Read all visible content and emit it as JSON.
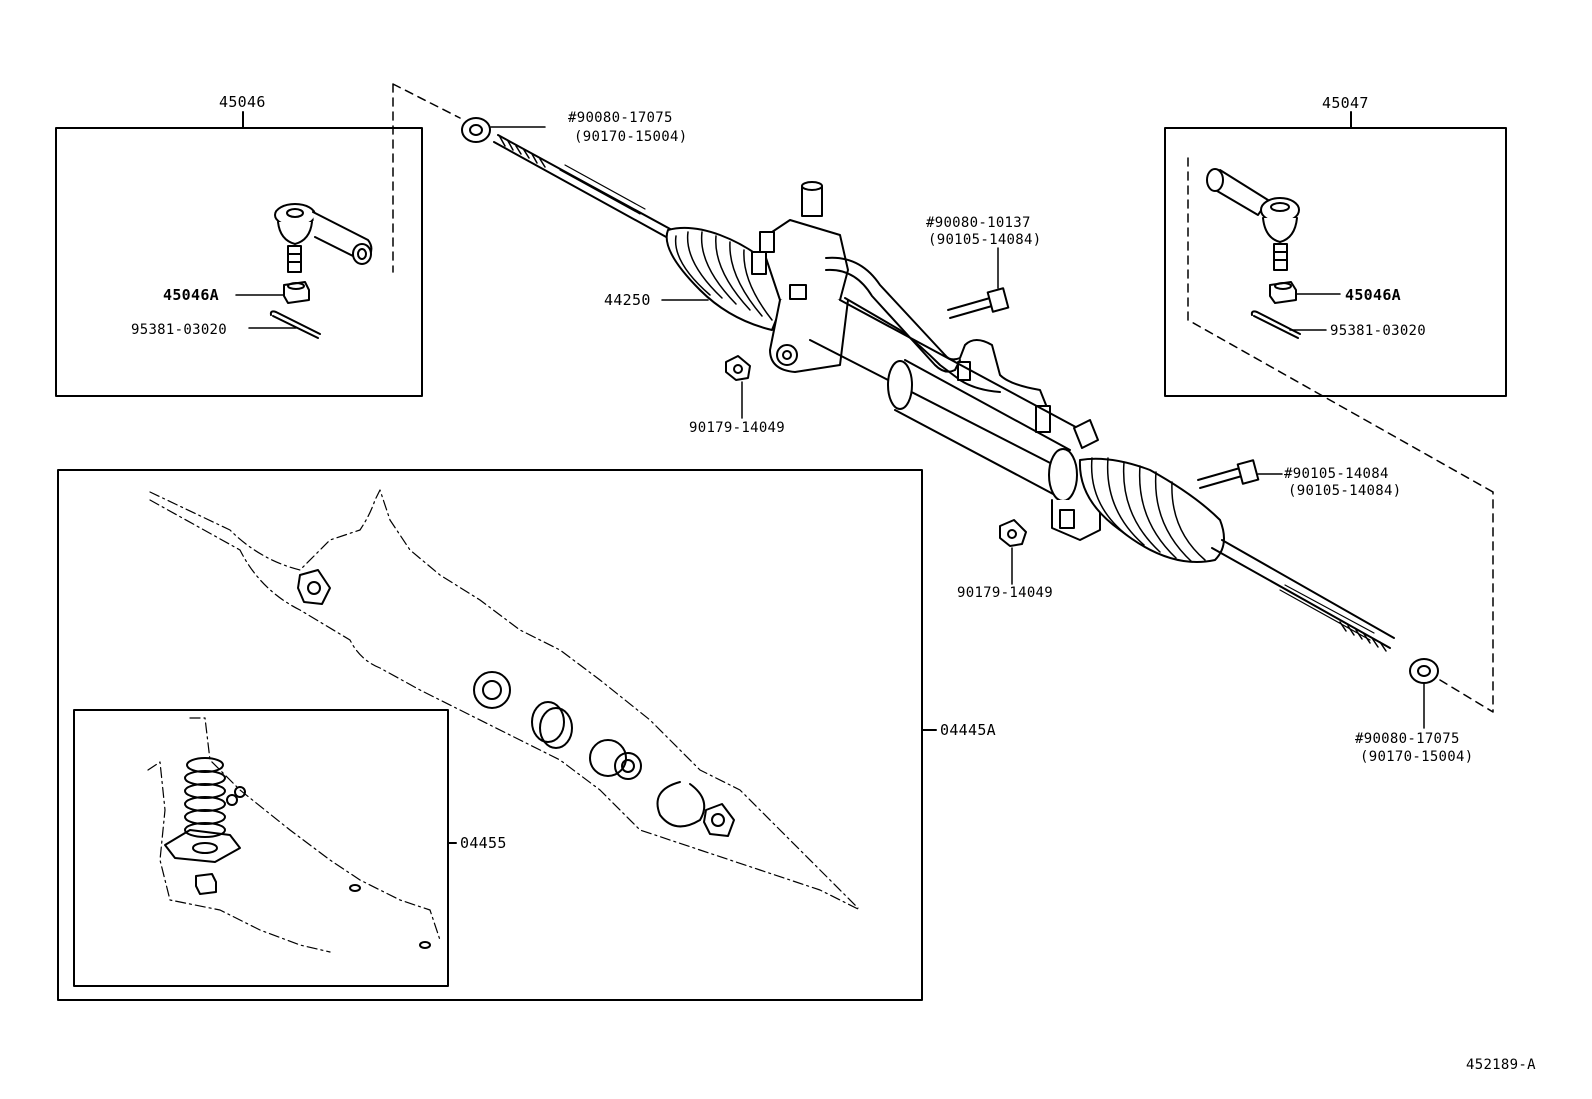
{
  "labels": {
    "group_left": "45046",
    "group_right": "45047",
    "nut_left": "45046A",
    "nut_right": "45046A",
    "pin_left": "95381-03020",
    "pin_right": "95381-03020",
    "rack_assembly": "44250",
    "washer_top_1": "#90080-17075",
    "washer_top_2": "(90170-15004)",
    "bolt_top_1": "#90080-10137",
    "bolt_top_2": "(90105-14084)",
    "grommet_left": "90179-14049",
    "grommet_right": "90179-14049",
    "bolt_right_1": "#90105-14084",
    "bolt_right_2": "(90105-14084)",
    "washer_bottom_1": "#90080-17075",
    "washer_bottom_2": "(90170-15004)",
    "gasket_kit": "04445A",
    "repair_kit": "04455",
    "figure_id": "452189-A"
  }
}
